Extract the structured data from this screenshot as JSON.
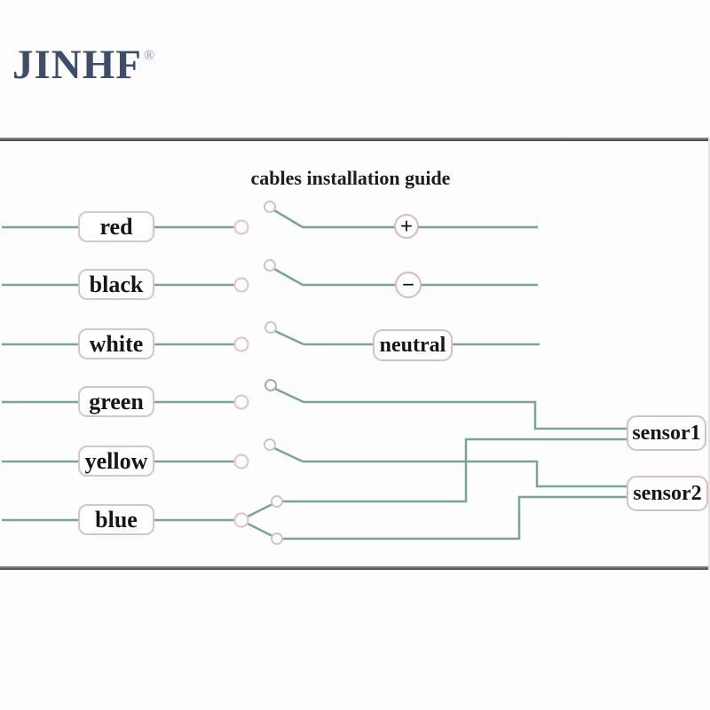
{
  "brand": {
    "logo_text": "JINHF",
    "registered_mark": "®",
    "logo_color": "#3e4e6a"
  },
  "diagram": {
    "title": "cables installation guide",
    "wires": [
      {
        "label": "red",
        "connects_to": "+"
      },
      {
        "label": "black",
        "connects_to": "−"
      },
      {
        "label": "white",
        "connects_to": "neutral"
      },
      {
        "label": "green",
        "connects_to": "sensor1"
      },
      {
        "label": "yellow",
        "connects_to": "sensor2"
      },
      {
        "label": "blue",
        "connects_to": "sensor1, sensor2"
      }
    ],
    "terminals": {
      "plus": "+",
      "minus": "−",
      "neutral": "neutral",
      "sensor1": "sensor1",
      "sensor2": "sensor2"
    },
    "colors": {
      "wire": "#7da399",
      "label_box_border": "#dcc3c4",
      "terminal_circle_border": "#e2c7ca",
      "switch_circle_border": "#c9c9c9",
      "plus_minus_circle_border": "#d9babd",
      "frame_border": "#3c3c3c"
    }
  }
}
